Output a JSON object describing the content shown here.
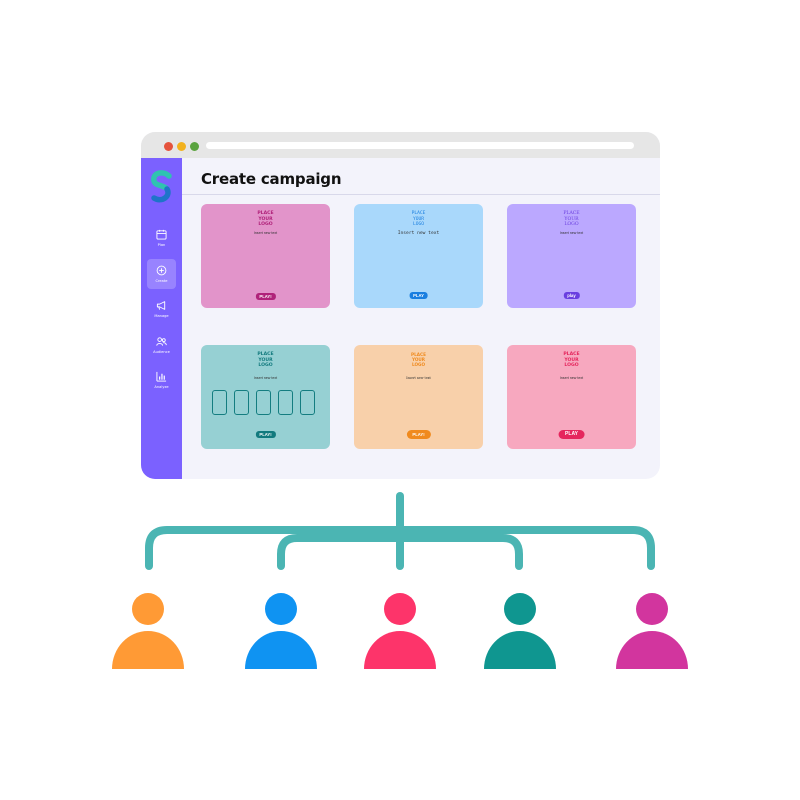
{
  "page": {
    "title": "Create campaign"
  },
  "sidebar": {
    "items": [
      {
        "label": "Plan",
        "icon": "calendar-icon",
        "active": false
      },
      {
        "label": "Create",
        "icon": "plus-circle-icon",
        "active": true
      },
      {
        "label": "Manage",
        "icon": "megaphone-icon",
        "active": false
      },
      {
        "label": "Audience",
        "icon": "people-icon",
        "active": false
      },
      {
        "label": "Analyze",
        "icon": "bar-chart-icon",
        "active": false
      }
    ],
    "color": "#7b61ff"
  },
  "cards": [
    {
      "logo": [
        "PLACE",
        "YOUR",
        "LOGO"
      ],
      "text": "Insert new text",
      "play": "PLAY!",
      "bg": "#e294ca",
      "accent": "#b0227a"
    },
    {
      "logo": [
        "PLACE",
        "YOUR",
        "LOGO"
      ],
      "text": "Insert new text",
      "play": "PLAY",
      "bg": "#a9d8fb",
      "accent": "#1a7fe0"
    },
    {
      "logo": [
        "PLACE",
        "YOUR",
        "LOGO"
      ],
      "text": "Insert new text",
      "play": "play",
      "bg": "#bba8ff",
      "accent": "#6a3fe0"
    },
    {
      "logo": [
        "PLACE",
        "YOUR",
        "LOGO"
      ],
      "text": "Insert new text",
      "play": "PLAY!",
      "bg": "#96d0d3",
      "accent": "#127a7e"
    },
    {
      "logo": [
        "PLACE",
        "YOUR",
        "LOGO"
      ],
      "text": "Insert new text",
      "play": "PLAY!",
      "bg": "#f8d0aa",
      "accent": "#f08a1e"
    },
    {
      "logo": [
        "PLACE",
        "YOUR",
        "LOGO"
      ],
      "text": "Insert new text",
      "play": "PLAY",
      "bg": "#f7a8bf",
      "accent": "#e5265d"
    }
  ],
  "audience": {
    "connector_color": "#4bb5b3",
    "people_colors": [
      "#ff9a35",
      "#0f93f2",
      "#fd346a",
      "#0f9690",
      "#d2359e"
    ]
  }
}
